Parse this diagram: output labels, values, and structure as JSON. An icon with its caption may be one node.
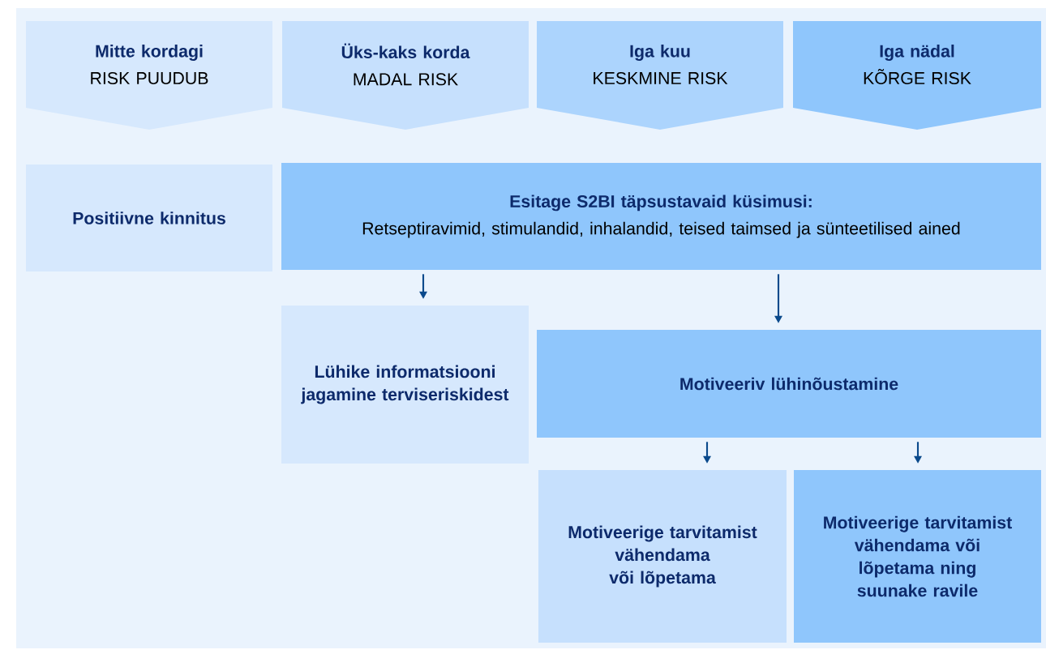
{
  "diagram": {
    "nodes": [
      {
        "text": [
          "Mitte kordagi",
          "RISK PUUDUB"
        ]
      },
      {
        "text": [
          "Üks-kaks korda",
          "MADAL RISK"
        ]
      },
      {
        "text": [
          "Iga kuu",
          "KESKMINE RISK"
        ]
      },
      {
        "text": [
          "Iga nädal",
          "KÕRGE RISK"
        ]
      },
      {
        "text": [
          "Positiivne kinnitus"
        ]
      },
      {
        "text": [
          "Esitage S2BI täpsustavaid küsimusi:",
          "Retseptiravimid, stimulandid, inhalandid, teised taimsed ja sünteetilised ained"
        ]
      },
      {
        "text": [
          "Lühike informatsiooni jagamine terviseriskidest"
        ]
      },
      {
        "text": [
          "Motiveeriv lühinõustamine"
        ]
      },
      {
        "text": [
          "Motiveerige tarvitamist vähendama või lõpetama"
        ]
      },
      {
        "text": [
          "Motiveerige tarvitamist vähendama või lõpetama ning suunake ravile"
        ]
      }
    ],
    "edges": [
      {
        "from": 5,
        "to": 6,
        "arrow": "to"
      },
      {
        "from": 5,
        "to": 7,
        "arrow": "to"
      },
      {
        "from": 7,
        "to": 8,
        "arrow": "to"
      },
      {
        "from": 7,
        "to": 9,
        "arrow": "to"
      }
    ]
  }
}
